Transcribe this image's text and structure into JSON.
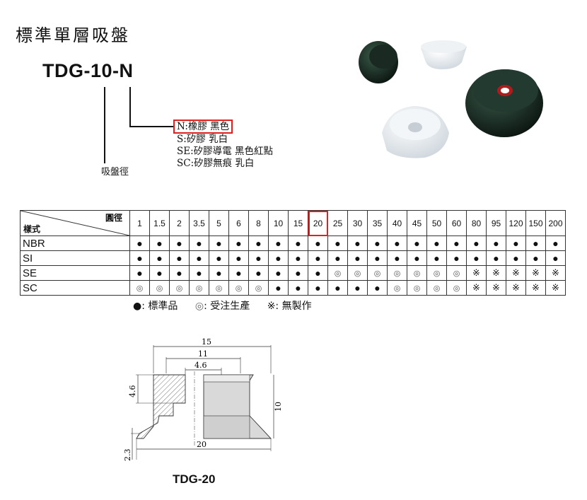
{
  "title": "標準單層吸盤",
  "model_code": "TDG-10-N",
  "diameter_label": "吸盤徑",
  "materials": [
    {
      "text": "N:橡膠 黑色",
      "highlighted": true
    },
    {
      "text": "S:矽膠 乳白",
      "highlighted": false
    },
    {
      "text": "SE:矽膠導電 黑色紅點",
      "highlighted": false
    },
    {
      "text": "SC:矽膠無痕 乳白",
      "highlighted": false
    }
  ],
  "table": {
    "corner_top": "圓徑",
    "corner_bottom": "樣式",
    "sizes": [
      "1",
      "1.5",
      "2",
      "3.5",
      "5",
      "6",
      "8",
      "10",
      "15",
      "20",
      "25",
      "30",
      "35",
      "40",
      "45",
      "50",
      "60",
      "80",
      "95",
      "120",
      "150",
      "200"
    ],
    "selected_size": "20",
    "rows": [
      {
        "name": "NBR",
        "cells": [
          "●",
          "●",
          "●",
          "●",
          "●",
          "●",
          "●",
          "●",
          "●",
          "●",
          "●",
          "●",
          "●",
          "●",
          "●",
          "●",
          "●",
          "●",
          "●",
          "●",
          "●",
          "●"
        ]
      },
      {
        "name": "SI",
        "cells": [
          "●",
          "●",
          "●",
          "●",
          "●",
          "●",
          "●",
          "●",
          "●",
          "●",
          "●",
          "●",
          "●",
          "●",
          "●",
          "●",
          "●",
          "●",
          "●",
          "●",
          "●",
          "●"
        ]
      },
      {
        "name": "SE",
        "cells": [
          "●",
          "●",
          "●",
          "●",
          "●",
          "●",
          "●",
          "●",
          "●",
          "●",
          "◎",
          "◎",
          "◎",
          "◎",
          "◎",
          "◎",
          "◎",
          "※",
          "※",
          "※",
          "※",
          "※"
        ]
      },
      {
        "name": "SC",
        "cells": [
          "◎",
          "◎",
          "◎",
          "◎",
          "◎",
          "◎",
          "◎",
          "●",
          "●",
          "●",
          "●",
          "●",
          "●",
          "◎",
          "◎",
          "◎",
          "◎",
          "※",
          "※",
          "※",
          "※",
          "※"
        ]
      }
    ]
  },
  "legend": [
    {
      "symbol": "●",
      "text": "標準品"
    },
    {
      "symbol": "◎",
      "text": "受注生產"
    },
    {
      "symbol": "※",
      "text": "無製作"
    }
  ],
  "drawing": {
    "name": "TDG-20",
    "dims": {
      "overall_width": "15",
      "inner_width": "11",
      "hole": "4.6",
      "height_left": "4.6",
      "height": "10",
      "bottom_width": "20",
      "lip": "2.3"
    }
  },
  "colors": {
    "highlight": "#e0201e",
    "text": "#111111"
  }
}
